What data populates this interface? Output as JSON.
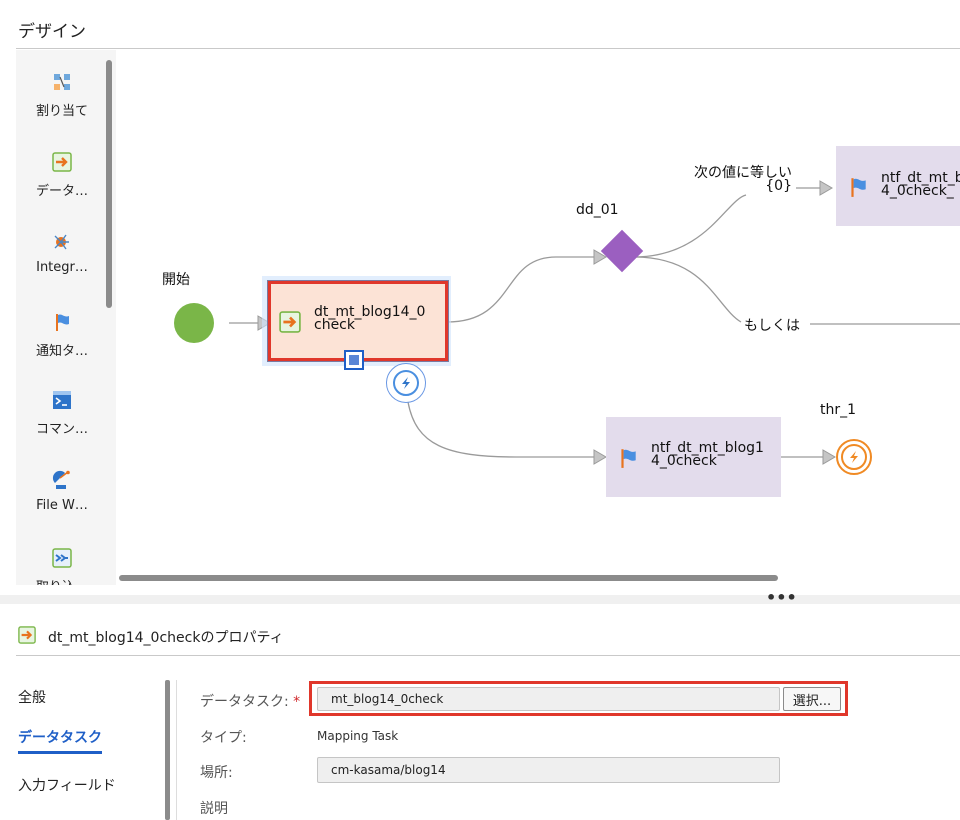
{
  "header": {
    "title": "デザイン"
  },
  "palette": {
    "items": [
      {
        "label": "割り当て",
        "icon": "assignment-icon"
      },
      {
        "label": "データ…",
        "icon": "data-task-icon"
      },
      {
        "label": "Integr…",
        "icon": "integration-icon"
      },
      {
        "label": "通知タ…",
        "icon": "notification-flag-icon"
      },
      {
        "label": "コマン…",
        "icon": "command-icon"
      },
      {
        "label": "File W…",
        "icon": "file-watcher-icon"
      },
      {
        "label": "取り込…",
        "icon": "ingestion-icon"
      }
    ]
  },
  "canvas": {
    "start_label": "開始",
    "task_node": {
      "line1": "dt_mt_blog14_0",
      "line2": "check"
    },
    "decision_label": "dd_01",
    "branch_equal": {
      "line1": "次の値に等しい",
      "line2": "{0}"
    },
    "branch_other": "もしくは",
    "notify_top": {
      "line1": "ntf_dt_mt_b",
      "line2": "4_0check_"
    },
    "notify_bottom": {
      "line1": "ntf_dt_mt_blog1",
      "line2": "4_0check"
    },
    "throw_label": "thr_1",
    "more_dots": "•••"
  },
  "properties": {
    "title": "dt_mt_blog14_0checkのプロパティ",
    "tabs": [
      {
        "label": "全般",
        "active": false
      },
      {
        "label": "データタスク",
        "active": true
      },
      {
        "label": "入力フィールド",
        "active": false
      }
    ],
    "fields": {
      "data_task_label": "データタスク:",
      "required_mark": "*",
      "data_task_value": "mt_blog14_0check",
      "select_button": "選択...",
      "type_label": "タイプ:",
      "type_value": "Mapping Task",
      "location_label": "場所:",
      "location_value": "cm-kasama/blog14",
      "description_label": "説明"
    }
  },
  "colors": {
    "accent_blue": "#1f5fc7",
    "highlight_red": "#e0372b",
    "start_green": "#7ab648",
    "decision_purple": "#9b5fc0",
    "task_fill": "#fce3d6",
    "notify_fill": "#e3dcec",
    "throw_orange": "#f08a24"
  }
}
